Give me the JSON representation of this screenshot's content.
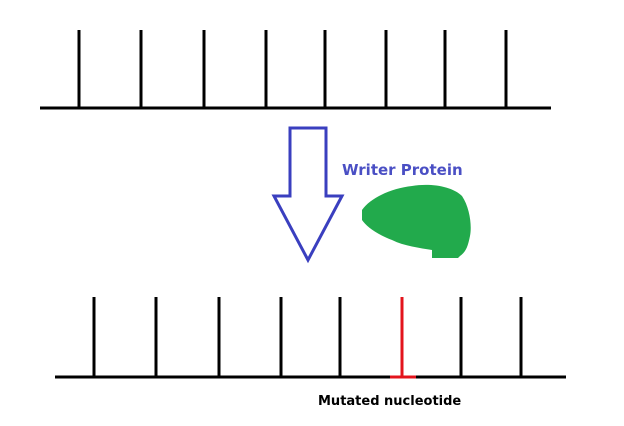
{
  "labels": {
    "writer_protein": "Writer Protein",
    "mutated_nucleotide": "Mutated nucleotide"
  },
  "colors": {
    "strand": "#000000",
    "arrow": "#3a3fbf",
    "label_writer": "#4a4fc4",
    "protein": "#22aa4c",
    "mutation": "#e3141c",
    "label_mutated": "#000000"
  },
  "strands": {
    "top": {
      "nucleotide_count": 8
    },
    "bottom": {
      "nucleotide_count": 8,
      "mutated_index": 5
    }
  },
  "icons": {
    "arrow": "down-arrow-icon",
    "protein": "protein-blob-icon"
  }
}
